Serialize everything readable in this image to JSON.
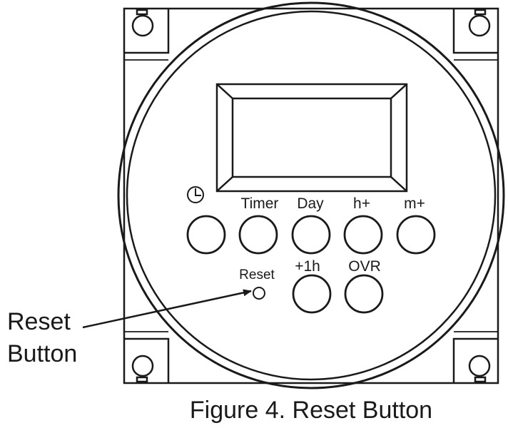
{
  "buttons": {
    "clock_icon": "clock-icon",
    "timer": "Timer",
    "day": "Day",
    "hour_plus": "h+",
    "minute_plus": "m+",
    "plus_one_hour": "+1h",
    "override": "OVR"
  },
  "reset": {
    "label": "Reset"
  },
  "callout": {
    "line1": "Reset",
    "line2": "Button"
  },
  "caption": "Figure 4. Reset Button",
  "colors": {
    "stroke": "#1a1a1a",
    "background": "#ffffff"
  }
}
